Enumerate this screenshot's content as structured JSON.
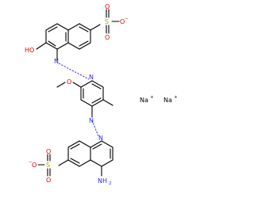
{
  "atoms": {
    "top_sulfonate": {
      "O_left": "O",
      "S": "S",
      "O_right": "O",
      "O_bottom": "O",
      "charge": "−"
    },
    "hydroxy": {
      "label": "HO"
    },
    "azo1": {
      "N1": "N",
      "N2": "N"
    },
    "methoxy": {
      "O": "O"
    },
    "azo2": {
      "N1": "N",
      "N2": "N"
    },
    "bottom_sulfonate": {
      "O_top": "O",
      "S": "S",
      "O_right": "O",
      "O_bottom": "O",
      "charge": "−"
    },
    "amine": {
      "label": "NH",
      "sub": "2"
    }
  },
  "counterions": [
    {
      "label": "Na",
      "charge": "+"
    },
    {
      "label": "Na",
      "charge": "+"
    }
  ],
  "colors": {
    "bond": "#000000",
    "oxygen": "#e00000",
    "nitrogen": "#2a2aff",
    "sulfur": "#b8a000",
    "carbon_label": "#000000"
  }
}
